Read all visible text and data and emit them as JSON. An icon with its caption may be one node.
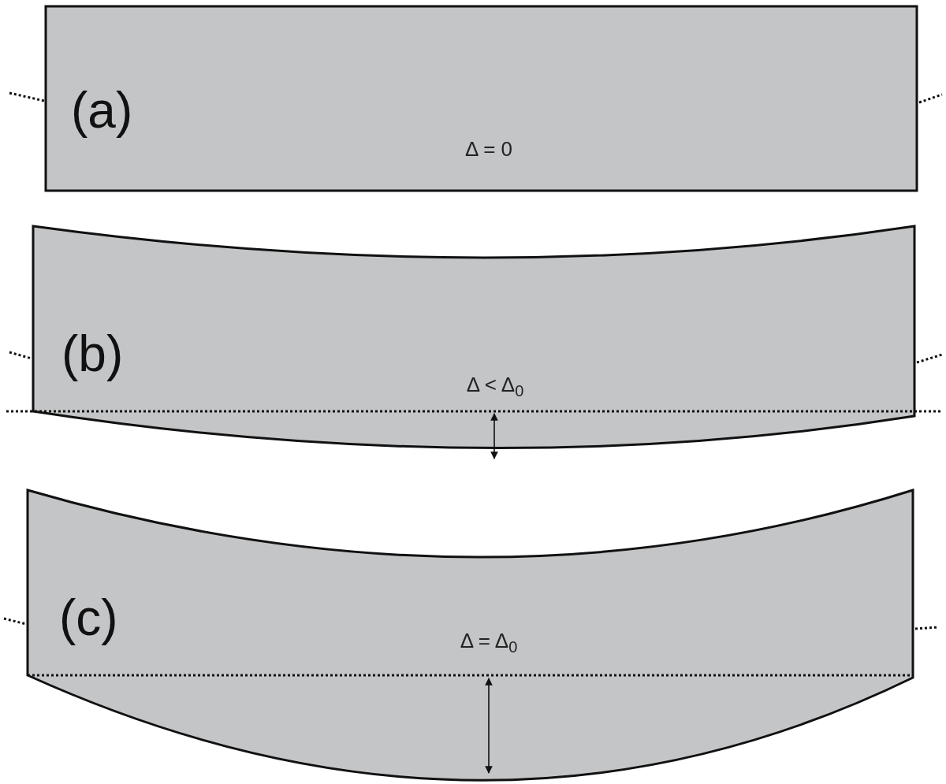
{
  "diagram": {
    "nodes": [
      {
        "text": [
          "(a)",
          "Δ = 0"
        ]
      },
      {
        "text": [
          "(b)",
          "Δ < Δ$_{0}$"
        ]
      },
      {
        "text": [
          "(c)",
          "Δ = Δ$_{0}$"
        ]
      }
    ]
  }
}
